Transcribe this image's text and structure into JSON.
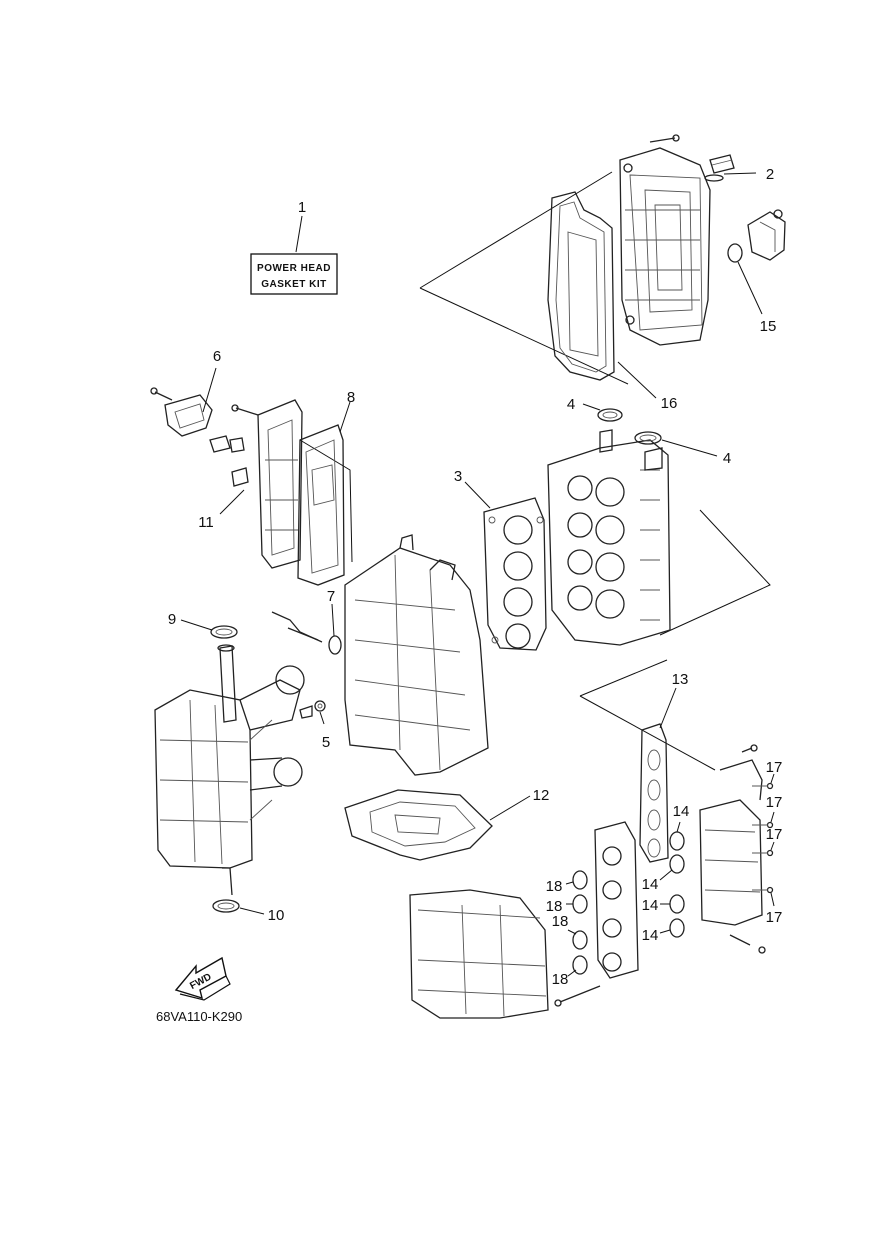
{
  "kit_label": {
    "line1": "POWER HEAD",
    "line2": "GASKET KIT"
  },
  "callouts": {
    "c1": "1",
    "c2": "2",
    "c3": "3",
    "c4a": "4",
    "c4b": "4",
    "c5": "5",
    "c6": "6",
    "c7": "7",
    "c8": "8",
    "c9": "9",
    "c10": "10",
    "c11": "11",
    "c12": "12",
    "c13": "13",
    "c14a": "14",
    "c14b": "14",
    "c14c": "14",
    "c14d": "14",
    "c15": "15",
    "c16": "16",
    "c17a": "17",
    "c17b": "17",
    "c17c": "17",
    "c17d": "17",
    "c18a": "18",
    "c18b": "18",
    "c18c": "18",
    "c18d": "18"
  },
  "fwd_label": "FWD",
  "figure_code": "68VA110-K290"
}
